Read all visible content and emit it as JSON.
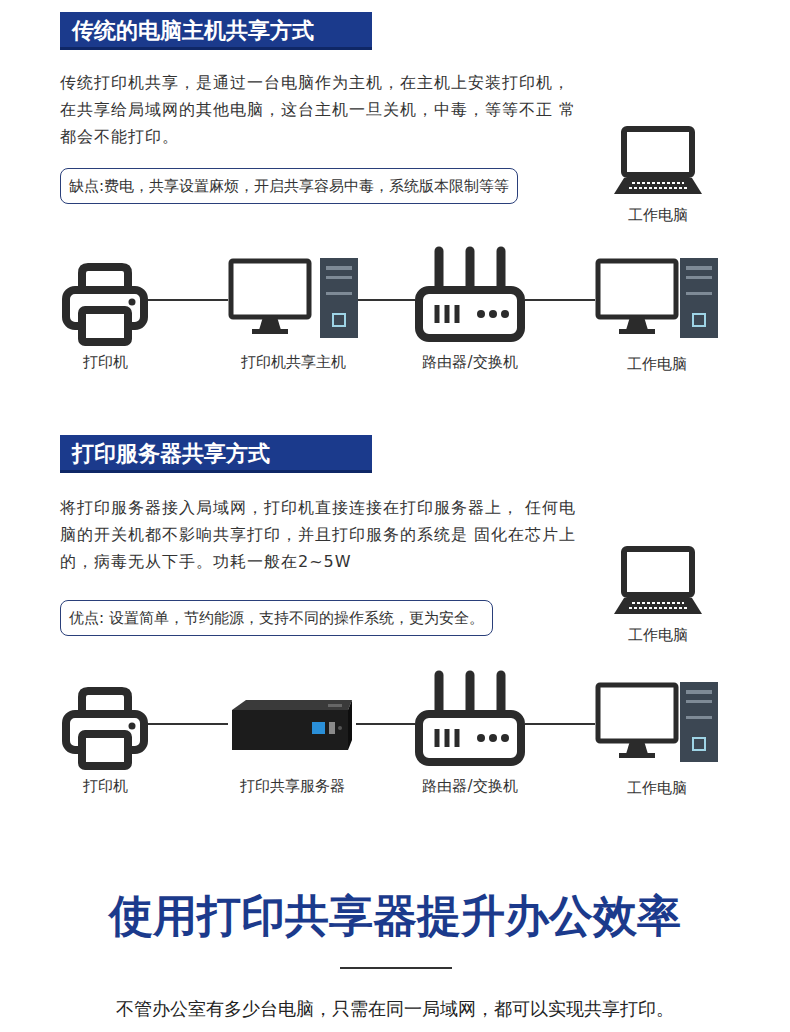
{
  "diagram": {
    "title": "使用打印共享器提升办公效率",
    "caption": "不管办公室有多少台电脑，只需在同一局域网，都可以实现共享打印。",
    "nodes": [
      {
        "text": [
          "传统的电脑主机共享方式"
        ]
      },
      {
        "text": [
          "缺点:费电，共享设置麻烦，开启共享容易中毒，系统版本限制等等"
        ]
      },
      {
        "text": [
          "工作电脑"
        ]
      },
      {
        "text": [
          "打印机"
        ]
      },
      {
        "text": [
          "打印机共享主机"
        ]
      },
      {
        "text": [
          "路由器/交换机"
        ]
      },
      {
        "text": [
          "工作电脑"
        ]
      },
      {
        "text": [
          "打印服务器共享方式"
        ]
      },
      {
        "text": [
          "优点: 设置简单，节约能源，支持不同的操作系统，更为安全。"
        ]
      },
      {
        "text": [
          "工作电脑"
        ]
      },
      {
        "text": [
          "打印机"
        ]
      },
      {
        "text": [
          "打印共享服务器"
        ]
      },
      {
        "text": [
          "路由器/交换机"
        ]
      },
      {
        "text": [
          "工作电脑"
        ]
      }
    ],
    "edges": [
      {
        "from": 3,
        "to": 4,
        "arrow": "none"
      },
      {
        "from": 4,
        "to": 5,
        "arrow": "none"
      },
      {
        "from": 5,
        "to": 6,
        "arrow": "none"
      },
      {
        "from": 10,
        "to": 11,
        "arrow": "none"
      },
      {
        "from": 11,
        "to": 12,
        "arrow": "none"
      },
      {
        "from": 12,
        "to": 13,
        "arrow": "none"
      }
    ],
    "labels": [
      "传统打印机共享，是通过一台电脑作为主机，在主机上安装打印机， 在共享给局域网的其他电脑，这台主机一旦关机，中毒，等等不正 常都会不能打印。",
      "将打印服务器接入局域网，打印机直接连接在打印服务器上， 任何电脑的开关机都不影响共享打印，并且打印服务的系统是 固化在芯片上的，病毒无从下手。功耗一般在2~5W"
    ]
  }
}
